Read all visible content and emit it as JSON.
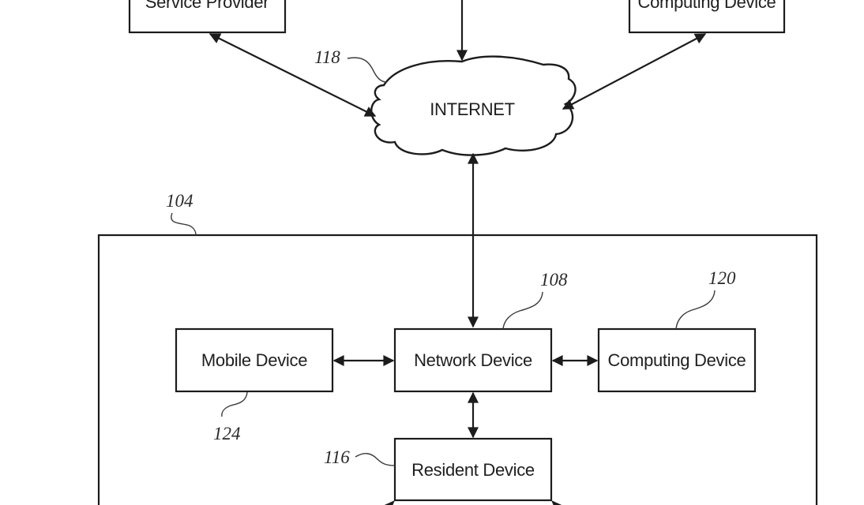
{
  "diagram": {
    "nodes": {
      "service_provider": {
        "label": "Service Provider"
      },
      "remote_computing_device": {
        "label": "Computing Device"
      },
      "internet": {
        "label": "INTERNET",
        "ref": "118"
      },
      "environment": {
        "ref": "104"
      },
      "mobile_device": {
        "label": "Mobile Device",
        "ref": "124"
      },
      "network_device": {
        "label": "Network Device",
        "ref": "108"
      },
      "computing_device": {
        "label": "Computing Device",
        "ref": "120"
      },
      "resident_device": {
        "label": "Resident Device",
        "ref": "116"
      }
    },
    "edges": [
      {
        "from": "service_provider",
        "to": "internet",
        "direction": "bidirectional"
      },
      {
        "from": "top_offscreen",
        "to": "internet",
        "direction": "to"
      },
      {
        "from": "remote_computing_device",
        "to": "internet",
        "direction": "bidirectional"
      },
      {
        "from": "internet",
        "to": "network_device",
        "direction": "bidirectional"
      },
      {
        "from": "mobile_device",
        "to": "network_device",
        "direction": "bidirectional"
      },
      {
        "from": "network_device",
        "to": "computing_device",
        "direction": "bidirectional"
      },
      {
        "from": "network_device",
        "to": "resident_device",
        "direction": "bidirectional"
      }
    ],
    "colors": {
      "stroke": "#1c1c1c",
      "background": "#ffffff"
    }
  }
}
